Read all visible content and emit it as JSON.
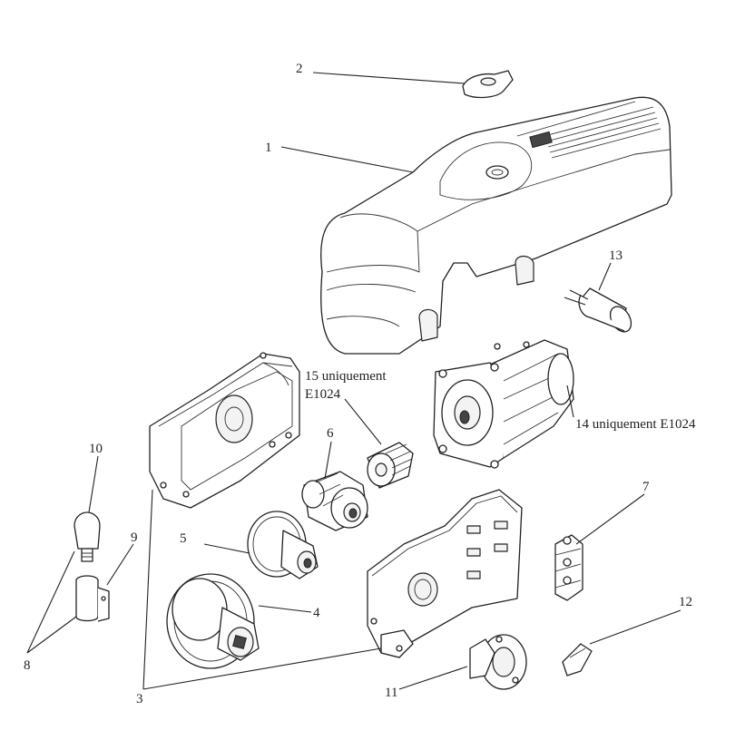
{
  "labels": {
    "l1": "1",
    "l2": "2",
    "l3": "3",
    "l4": "4",
    "l5": "5",
    "l6": "6",
    "l7": "7",
    "l8": "8",
    "l9": "9",
    "l10": "10",
    "l11": "11",
    "l12": "12",
    "l13": "13",
    "l14": "14 uniquement E1024",
    "l15a": "15 uniquement",
    "l15b": "E1024"
  }
}
